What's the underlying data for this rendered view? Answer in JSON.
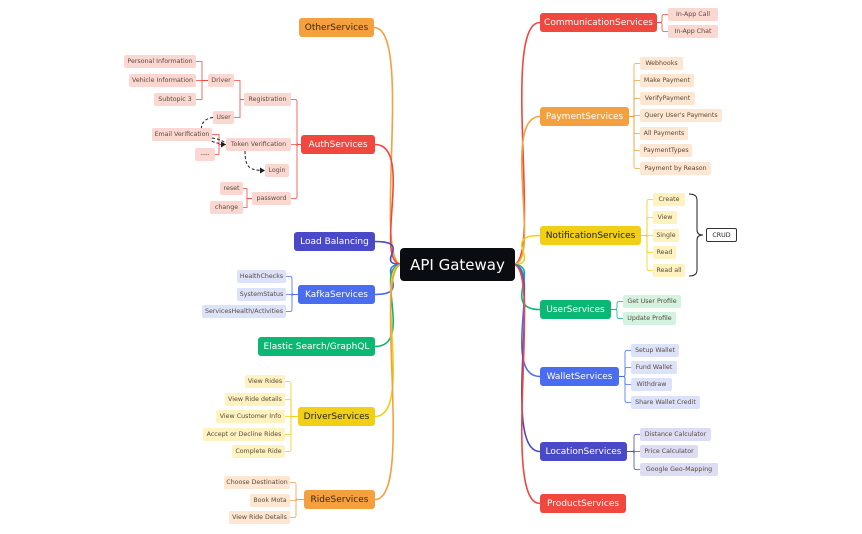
{
  "colors": {
    "red": "#f0473e",
    "orange": "#f4a03f",
    "yellow": "#f1cf16",
    "green": "#0bb873",
    "blue": "#4a6cf0",
    "indigo": "#4a4ac8",
    "sub_red": "#fbd7d2",
    "sub_orange": "#fde6d2",
    "sub_yellow": "#fdf2c0",
    "sub_green": "#d3f2e0",
    "sub_blue": "#dde2fb",
    "sub_indigo": "#dddcf5",
    "connector": "#1f1f1f"
  },
  "diagram": {
    "root": "API Gateway",
    "right": [
      {
        "label": "CommunicationServices",
        "color": "red",
        "children": [
          "In-App Call",
          "In-App Chat"
        ]
      },
      {
        "label": "PaymentServices",
        "color": "orange",
        "children": [
          "Webhooks",
          "Make Payment",
          "VerifyPayment",
          "Query User's Payments",
          "All Payments",
          "PaymentTypes",
          "Payment by Reason"
        ]
      },
      {
        "label": "NotificationServices",
        "color": "yellow",
        "children": [
          "Create",
          "View",
          "Single",
          "Read",
          "Read all"
        ]
      },
      {
        "label": "UserServices",
        "color": "green",
        "children": [
          "Get User Profile",
          "Update Profile"
        ]
      },
      {
        "label": "WalletServices",
        "color": "blue",
        "children": [
          "Setup Wallet",
          "Fund Wallet",
          "Withdraw",
          "Share Wallet Credit"
        ]
      },
      {
        "label": "LocationServices",
        "color": "indigo",
        "children": [
          "Distance Calculator",
          "Price Calculator",
          "Google Geo-Mapping"
        ]
      },
      {
        "label": "ProductServices",
        "color": "red",
        "children": []
      }
    ],
    "left": [
      {
        "label": "OtherServices",
        "color": "orange",
        "children": []
      },
      {
        "label": "AuthServices",
        "color": "red",
        "children": []
      },
      {
        "label": "Load Balancing",
        "color": "indigo",
        "children": []
      },
      {
        "label": "KafkaServices",
        "color": "blue",
        "children": [
          "HealthChecks",
          "SystemStatus",
          "ServicesHealth/Activities"
        ]
      },
      {
        "label": "Elastic Search/GraphQL",
        "color": "green",
        "children": []
      },
      {
        "label": "DriverServices",
        "color": "yellow",
        "children": [
          "View Rides",
          "View Ride details",
          "View Customer Info",
          "Accept or Decline Rides",
          "Complete Ride"
        ]
      },
      {
        "label": "RideServices",
        "color": "orange",
        "children": [
          "Choose Destination",
          "Book Mota",
          "View Ride Details"
        ]
      }
    ],
    "auth": {
      "registration": "Registration",
      "driver": "Driver",
      "driver_children": [
        "Personal Information",
        "Vehicle Information",
        "Subtopic 3"
      ],
      "user": "User",
      "token_verification": "Token Verification",
      "email_verification": "Email Verification",
      "dashes": "----",
      "login": "Login",
      "password": "password",
      "password_children": [
        "reset",
        "change"
      ]
    },
    "notification_group_label": "CRUD"
  }
}
